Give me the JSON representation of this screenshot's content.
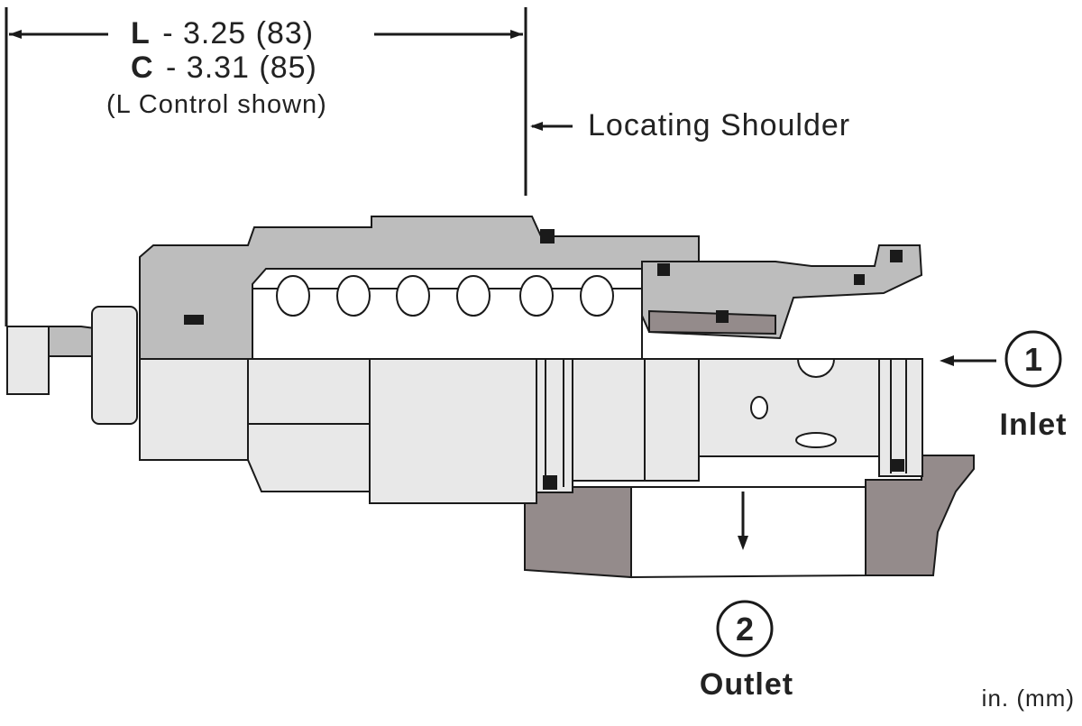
{
  "dimension": {
    "line1_letter": "L",
    "line1_value": "- 3.25 (83)",
    "line2_letter": "C",
    "line2_value": "- 3.31 (85)",
    "note": "(L Control shown)"
  },
  "callout": {
    "locating_shoulder": "Locating Shoulder"
  },
  "ports": [
    {
      "number": "1",
      "name": "Inlet"
    },
    {
      "number": "2",
      "name": "Outlet"
    }
  ],
  "units_note": "in. (mm)",
  "colors": {
    "outline": "#1a1a1a",
    "body_light": "#e8e8e8",
    "body_shade": "#bdbdbd",
    "cavity": "#948b8b",
    "background": "#ffffff"
  }
}
